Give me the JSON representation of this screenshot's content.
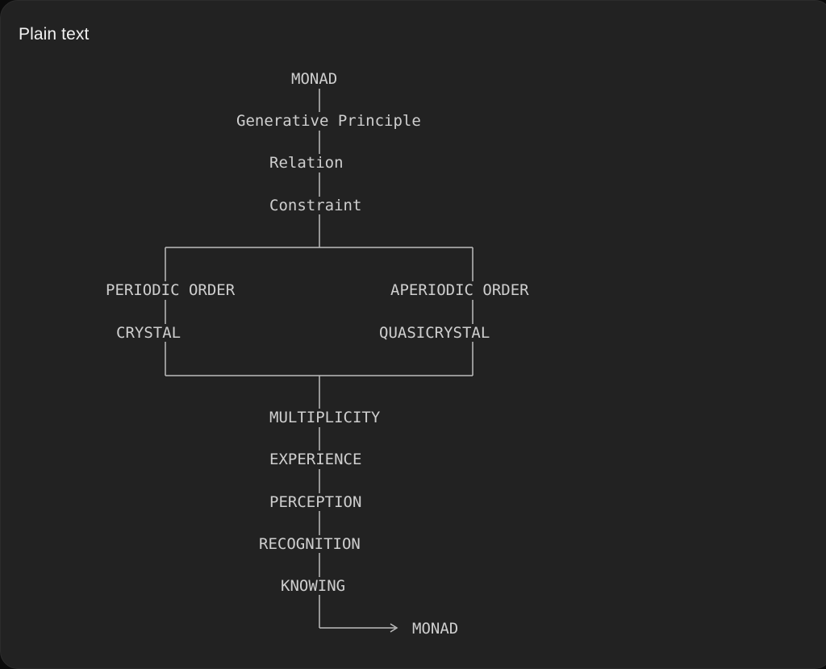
{
  "header": {
    "title": "Plain text"
  },
  "diagram": {
    "nodes": {
      "monad_top": "MONAD",
      "generative_principle": "Generative Principle",
      "relation": "Relation",
      "constraint": "Constraint",
      "periodic_order": "PERIODIC ORDER",
      "aperiodic_order": "APERIODIC ORDER",
      "crystal": "CRYSTAL",
      "quasicrystal": "QUASICRYSTAL",
      "multiplicity": "MULTIPLICITY",
      "experience": "EXPERIENCE",
      "perception": "PERCEPTION",
      "recognition": "RECOGNITION",
      "knowing": "KNOWING",
      "monad_bottom": "MONAD"
    }
  }
}
